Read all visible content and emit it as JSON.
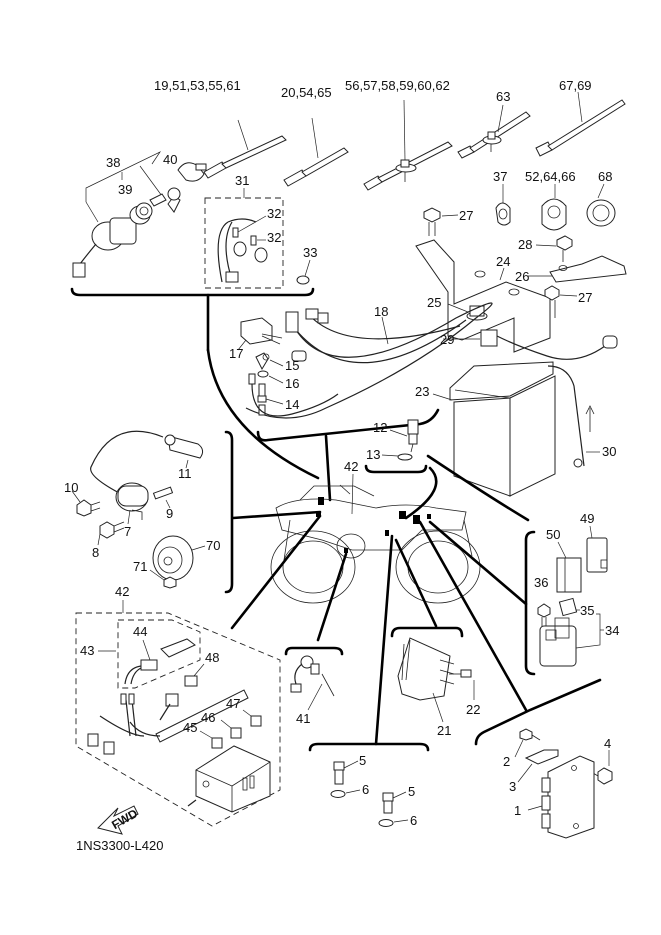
{
  "diagram": {
    "title": "Electrical parts exploded view",
    "drawing_code": "1NS3300-L420",
    "direction_marker": "FWD",
    "callouts": [
      {
        "id": "c-19-51-53-55-61",
        "text": "19,51,53,55,61",
        "part": "cable tie"
      },
      {
        "id": "c-20-54-65",
        "text": "20,54,65",
        "part": "cable tie"
      },
      {
        "id": "c-56-62",
        "text": "56,57,58,59,60,62",
        "part": "cable tie with clip"
      },
      {
        "id": "c-63",
        "text": "63",
        "part": "cable tie with clip"
      },
      {
        "id": "c-67-69",
        "text": "67,69",
        "part": "cable tie"
      },
      {
        "id": "c-38",
        "text": "38",
        "part": "main switch assembly"
      },
      {
        "id": "c-39",
        "text": "39",
        "part": "nut"
      },
      {
        "id": "c-40",
        "text": "40",
        "part": "cap"
      },
      {
        "id": "c-31",
        "text": "31",
        "part": "wire sub lead"
      },
      {
        "id": "c-32a",
        "text": "32",
        "part": "cap"
      },
      {
        "id": "c-32b",
        "text": "32",
        "part": "cap"
      },
      {
        "id": "c-33",
        "text": "33",
        "part": "grommet"
      },
      {
        "id": "c-37",
        "text": "37",
        "part": "clamp"
      },
      {
        "id": "c-52-64-66",
        "text": "52,64,66",
        "part": "clamp"
      },
      {
        "id": "c-68",
        "text": "68",
        "part": "clamp"
      },
      {
        "id": "c-27a",
        "text": "27",
        "part": "bolt"
      },
      {
        "id": "c-27b",
        "text": "27",
        "part": "bolt"
      },
      {
        "id": "c-28",
        "text": "28",
        "part": "screw"
      },
      {
        "id": "c-24",
        "text": "24",
        "part": "battery bracket"
      },
      {
        "id": "c-26",
        "text": "26",
        "part": "battery band"
      },
      {
        "id": "c-25",
        "text": "25",
        "part": "damper"
      },
      {
        "id": "c-18",
        "text": "18",
        "part": "wire harness"
      },
      {
        "id": "c-17",
        "text": "17",
        "part": "relay"
      },
      {
        "id": "c-15",
        "text": "15",
        "part": "lead"
      },
      {
        "id": "c-16",
        "text": "16",
        "part": "washer"
      },
      {
        "id": "c-14",
        "text": "14",
        "part": "switch"
      },
      {
        "id": "c-29",
        "text": "29",
        "part": "cover"
      },
      {
        "id": "c-23",
        "text": "23",
        "part": "battery"
      },
      {
        "id": "c-30",
        "text": "30",
        "part": "negative lead"
      },
      {
        "id": "c-12",
        "text": "12",
        "part": "switch"
      },
      {
        "id": "c-13",
        "text": "13",
        "part": "gasket"
      },
      {
        "id": "c-42-top",
        "text": "42",
        "part": "wire harness"
      },
      {
        "id": "c-11",
        "text": "11",
        "part": "plug cap"
      },
      {
        "id": "c-10",
        "text": "10",
        "part": "bolt"
      },
      {
        "id": "c-9",
        "text": "9",
        "part": "collar"
      },
      {
        "id": "c-7",
        "text": "7",
        "part": "ignition coil"
      },
      {
        "id": "c-8",
        "text": "8",
        "part": "bolt"
      },
      {
        "id": "c-70",
        "text": "70",
        "part": "horn"
      },
      {
        "id": "c-71",
        "text": "71",
        "part": "bolt"
      },
      {
        "id": "c-49",
        "text": "49",
        "part": "relay"
      },
      {
        "id": "c-50",
        "text": "50",
        "part": "relay"
      },
      {
        "id": "c-36",
        "text": "36",
        "part": "bolt"
      },
      {
        "id": "c-35",
        "text": "35",
        "part": "fuse"
      },
      {
        "id": "c-34",
        "text": "34",
        "part": "starter relay assembly"
      },
      {
        "id": "c-42",
        "text": "42",
        "part": "wire harness assembly"
      },
      {
        "id": "c-43",
        "text": "43",
        "part": "lead"
      },
      {
        "id": "c-44",
        "text": "44",
        "part": "connector"
      },
      {
        "id": "c-48",
        "text": "48",
        "part": "relay"
      },
      {
        "id": "c-47",
        "text": "47",
        "part": "fuse"
      },
      {
        "id": "c-46",
        "text": "46",
        "part": "fuse"
      },
      {
        "id": "c-45",
        "text": "45",
        "part": "fuse"
      },
      {
        "id": "c-41",
        "text": "41",
        "part": "switch"
      },
      {
        "id": "c-21",
        "text": "21",
        "part": "rectifier regulator"
      },
      {
        "id": "c-22",
        "text": "22",
        "part": "bolt"
      },
      {
        "id": "c-5a",
        "text": "5",
        "part": "sensor"
      },
      {
        "id": "c-6a",
        "text": "6",
        "part": "gasket"
      },
      {
        "id": "c-5b",
        "text": "5",
        "part": "sensor"
      },
      {
        "id": "c-6b",
        "text": "6",
        "part": "gasket"
      },
      {
        "id": "c-2",
        "text": "2",
        "part": "screw"
      },
      {
        "id": "c-3",
        "text": "3",
        "part": "bracket"
      },
      {
        "id": "c-4",
        "text": "4",
        "part": "nut"
      },
      {
        "id": "c-1",
        "text": "1",
        "part": "CDI unit"
      }
    ]
  }
}
